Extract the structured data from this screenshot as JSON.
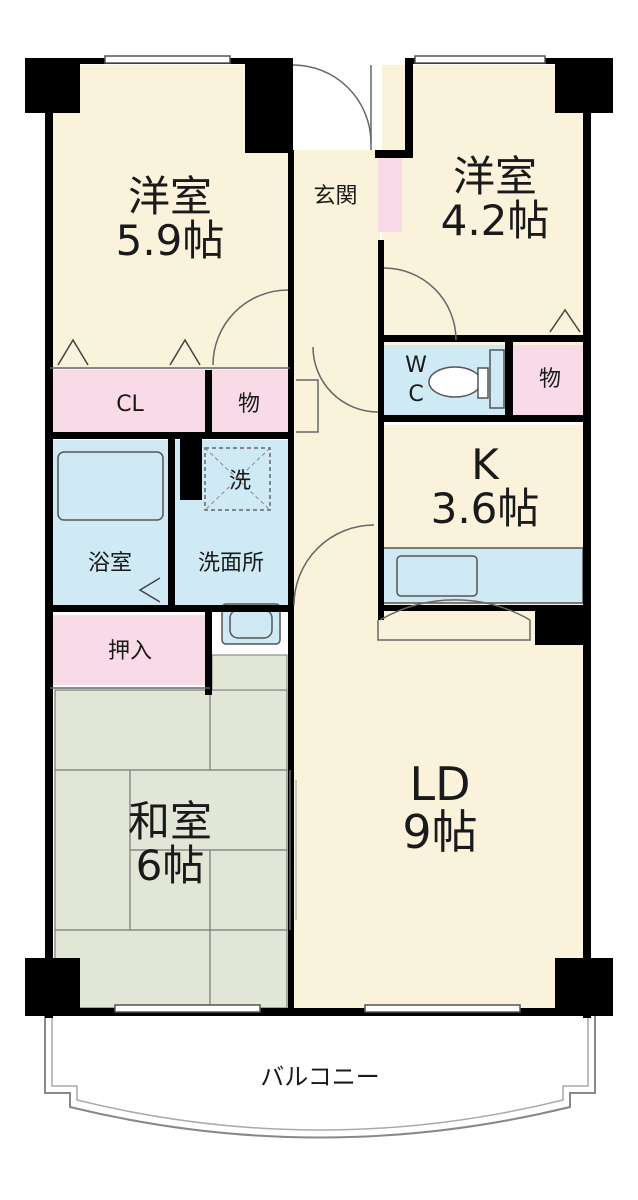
{
  "rooms": {
    "western_a": {
      "name": "洋室",
      "size": "5.9帖"
    },
    "western_b": {
      "name": "洋室",
      "size": "4.2帖"
    },
    "entrance": {
      "name": "玄関"
    },
    "closet_cl": {
      "name": "CL"
    },
    "storage_1": {
      "name": "物"
    },
    "storage_2": {
      "name": "物"
    },
    "toilet": {
      "name_top": "W",
      "name_bottom": "C"
    },
    "kitchen": {
      "name": "K",
      "size": "3.6帖"
    },
    "washer": {
      "name": "洗"
    },
    "bathroom": {
      "name": "浴室"
    },
    "washroom": {
      "name": "洗面所"
    },
    "oshiire": {
      "name": "押入"
    },
    "japanese": {
      "name": "和室",
      "size": "6帖"
    },
    "living_dining": {
      "name": "LD",
      "size": "9帖"
    },
    "balcony": {
      "name": "バルコニー"
    }
  },
  "colors": {
    "floor": "#fbf2dc",
    "wet_area": "#cfeaf5",
    "storage": "#f9dbe7",
    "tatami": "#e2e6d7",
    "wall": "#000000"
  }
}
